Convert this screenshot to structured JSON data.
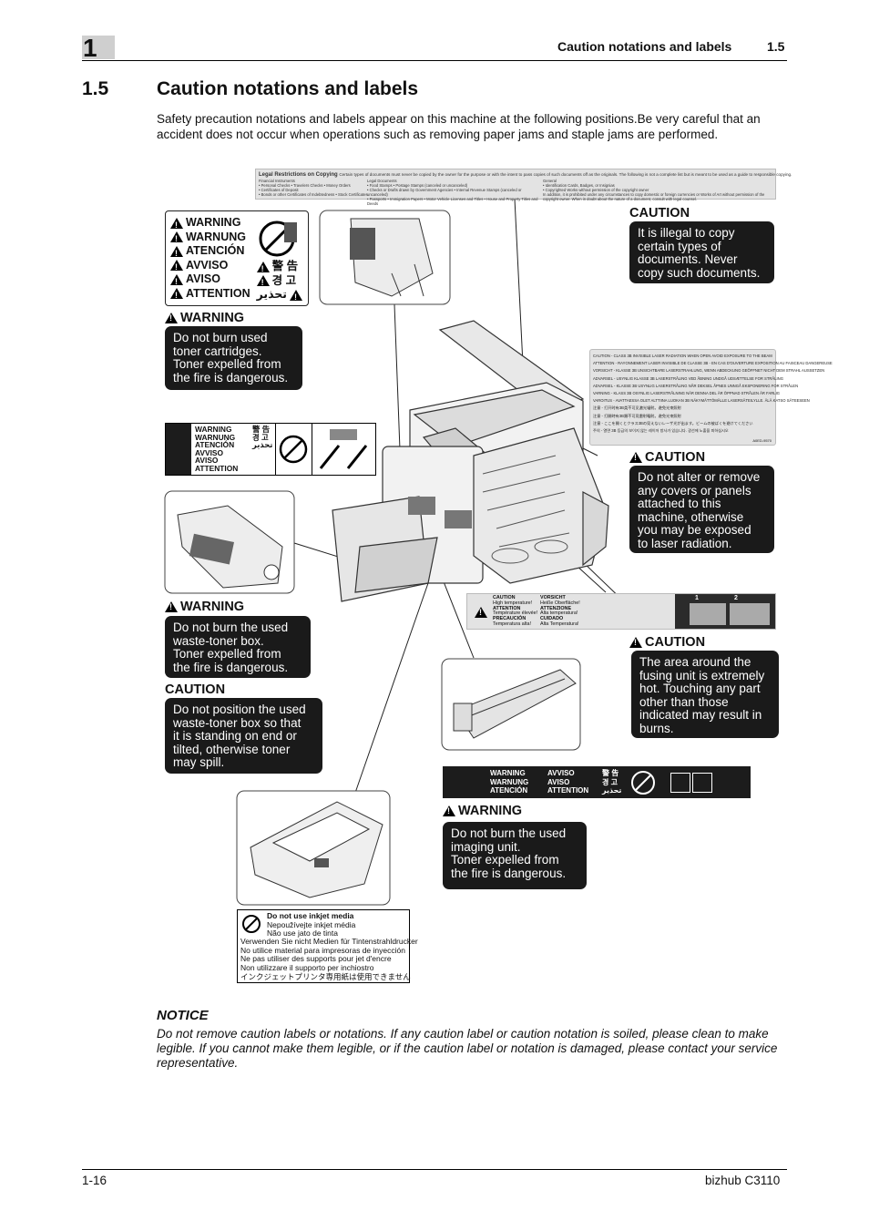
{
  "header": {
    "chapter": "1",
    "title": "Caution notations and labels",
    "section": "1.5"
  },
  "section": {
    "number": "1.5",
    "title": "Caution notations and labels",
    "intro": "Safety precaution notations and labels appear on this machine at the following positions.Be very careful that an accident does not occur when operations such as removing paper jams and staple jams are performed."
  },
  "figure": {
    "legal_title": "Legal Restrictions on Copying",
    "legal_text": "Certain types of documents must never be copied by the owner for the purpose or with the intent to pass copies of such documents off as the originals. The following is not a complete list but is meant to be used as a guide to responsible copying.",
    "legal_cols": [
      [
        "Financial Instruments",
        "• Personal Checks • Travelers Checks • Money Orders",
        "• Certificates of Deposit",
        "• Bonds or other Certificates of Indebtedness • Stock Certificates"
      ],
      [
        "Legal Documents",
        "• Food Stamps • Postage Stamps (canceled or uncanceled)",
        "• Checks or Drafts drawn by Government Agencies • Internal Revenue Stamps (canceled or uncanceled)",
        "• Passports • Immigration Papers • Motor Vehicle Licenses and Titles • House and Property Titles and Deeds"
      ],
      [
        "General",
        "• Identification Cards, Badges, or Insignias",
        "• Copyrighted Works without permission of the copyright owner",
        "In addition, it is prohibited under any circumstances to copy domestic or foreign currencies or Works of Art without permission of the copyright owner. When in doubt about the nature of a document, consult with legal counsel."
      ]
    ],
    "multilang_warning": [
      "WARNING",
      "WARNUNG",
      "ATENCIÓN",
      "AVVISO",
      "AVISO",
      "ATTENTION"
    ],
    "asian_warning": [
      "警 告",
      "경 고",
      "تحذير"
    ],
    "warning_title": "WARNING",
    "caution_title": "CAUTION",
    "toner_warning": [
      "Do not burn used",
      "toner cartridges.",
      "Toner expelled from",
      "the fire is dangerous."
    ],
    "copy_caution": [
      "It is illegal to copy",
      "certain types of",
      "documents. Never",
      "copy such documents."
    ],
    "small_label_1": [
      "WARNING",
      "WARNUNG",
      "ATENCIÓN",
      "AVVISO",
      "AVISO",
      "ATTENTION"
    ],
    "small_label_1_asian": [
      "警 告",
      "경 고",
      "تحذير"
    ],
    "laser_label": [
      "CAUTION - CLASS 3B INVISIBLE LASER RADIATION WHEN OPEN AVOID EXPOSURE TO THE BEAM",
      "ATTENTION - RAYONNEMENT LASER INVISIBLE DE CLASSE 3B - EN CAS D'OUVERTURE EXPOSITION AU FAISCEAU DANGEREUSE",
      "VORSICHT - KLASSE 3B UNSICHTBARE LASERSTRAHLUNG, WENN ABDECKUNG GEÖFFNET NICHT DEM STRAHL AUSSETZEN",
      "ADVARSEL - USYNLIG KLASSE 3B LASERSTRÅLING VED ÅBNING UNDGÅ UDSÆTTELSE FOR STRÅLING",
      "ADVARSEL - KLASSE 3B USYNLIG LASERSTRÅLING NÅR DEKSEL ÅPNES UNNGÅ EKSPONERING FOR STRÅLEN",
      "VARNING - KLASS 3B OSYNLIG LASERSTRÅLNING NÄR DENNA DEL ÄR ÖPPNAD STRÅLEN ÄR FARLIG",
      "VAROITUS - AVATTAESSA OLET ALTTIINA LUOKAN 3B NÄKYMÄTTÖMÄLLE LASERSÄTEILYLLE. ÄLÄ KATSO SÄTEESEEN",
      "注意 - 打开时有3B类不可见激光辐射。避免光束照射",
      "注意 - 打開時有3B類不可見雷射輻射。避免光束照射",
      "注意 - ここを開くとクラス3Bの見えないレーザ光が出ます。ビームの被ばくを避けてください",
      "주의 - 열면 3B 등급의 보이지 않는 레이저 방사가 있습니다. 광선에 노출을 피하십시오"
    ],
    "laser_label_code": "A0ED-9570",
    "cover_caution": [
      "Do not alter or remove",
      "any covers or panels",
      "attached to this",
      "machine, otherwise",
      "you may be exposed",
      "to laser radiation."
    ],
    "small_label_2": [
      "WARNING",
      "WARNUNG",
      "ATENCIÓN",
      "AVVISO",
      "AVISO",
      "ATTENTION"
    ],
    "small_label_2_asian": [
      "警 告",
      "경 고",
      "تحذير"
    ],
    "waste_warning": [
      "Do not burn the used",
      "waste-toner box.",
      "Toner expelled from",
      "the fire is dangerous."
    ],
    "waste_caution": [
      "Do not position the used",
      "waste-toner box so that",
      "it is standing on end or",
      "tilted, otherwise toner",
      "may spill."
    ],
    "heat_label": [
      [
        "CAUTION",
        "High temperature!"
      ],
      [
        "ATTENTION",
        "Température élevée!"
      ],
      [
        "PRECAUCIÓN",
        "Temperatura alta!"
      ],
      [
        "VORSICHT",
        "Heiße Oberfläche!"
      ],
      [
        "ATTENZIONE",
        "Alta temperatura!"
      ],
      [
        "CUIDADO",
        "Alta Temperatura!"
      ]
    ],
    "heat_steps": [
      "1",
      "2"
    ],
    "fusing_caution": [
      "The area around the",
      "fusing unit is extremely",
      "hot. Touching any part",
      "other than those",
      "indicated may result in",
      "burns."
    ],
    "imaging_warning": [
      "Do not burn the used",
      "imaging unit.",
      "Toner expelled from",
      "the fire is dangerous."
    ],
    "inkjet_label": [
      "Do not use inkjet media",
      "Nepoužívejte inkjet média",
      "Não use jato de tinta",
      "Verwenden Sie nicht Medien für Tintenstrahldrucker",
      "No utilice material para impresoras de inyección",
      "Ne pas utiliser des supports pour jet d'encre",
      "Non utilizzare il supporto per inchiostro",
      "インクジェットプリンタ専用紙は使用できません"
    ]
  },
  "notice": {
    "title": "NOTICE",
    "text": "Do not remove caution labels or notations. If any caution label or caution notation is soiled, please clean to make legible. If you cannot make them legible, or if the caution label or notation is damaged, please contact your service representative."
  },
  "footer": {
    "page": "1-16",
    "product": "bizhub C3110"
  }
}
